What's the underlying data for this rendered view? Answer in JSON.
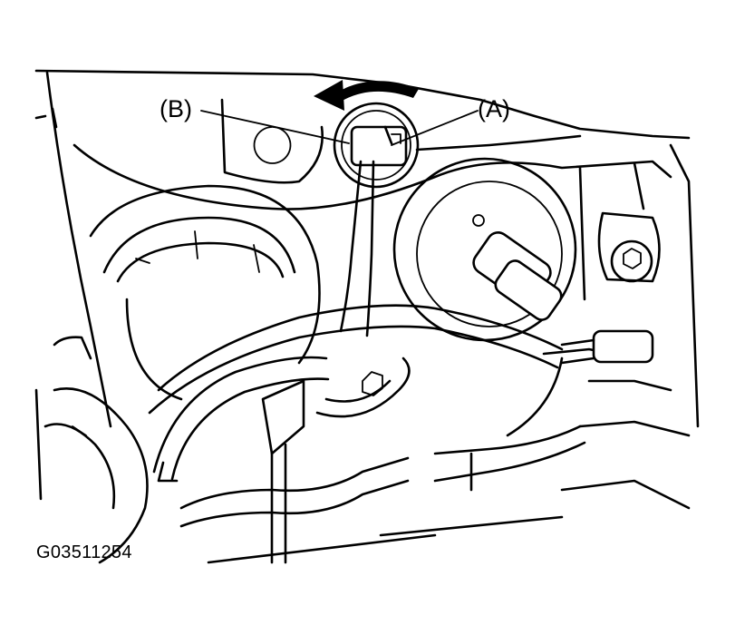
{
  "figure": {
    "callout_b": "(B)",
    "callout_a": "(A)",
    "figure_code": "G03511254"
  },
  "icons": {
    "rotation_arrow": "counterclockwise-arrow-icon"
  }
}
